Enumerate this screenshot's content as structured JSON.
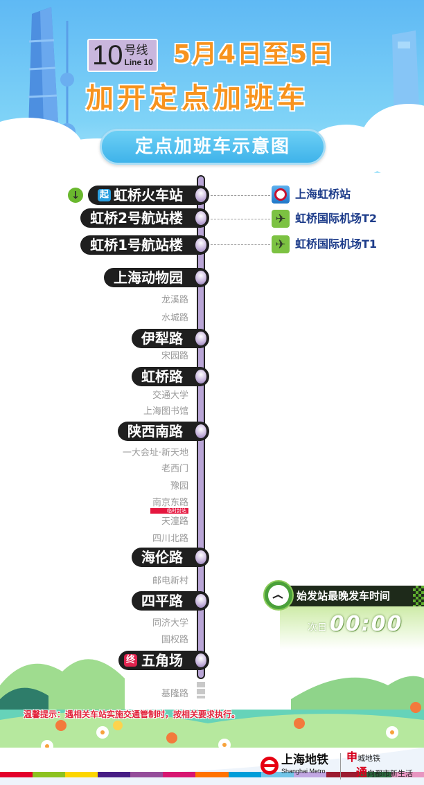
{
  "header": {
    "line_number": "10",
    "line_cn": "号线",
    "line_en": "Line 10",
    "line_color": "#c9b6dd",
    "date_range": "5月4日至5日",
    "headline": "加开定点加班车",
    "subtitle": "定点加班车示意图"
  },
  "line": {
    "color": "#b9a5d6",
    "start_tag": "起",
    "end_tag": "终",
    "major_stations": [
      {
        "name": "虹桥火车站"
      },
      {
        "name": "虹桥2号航站楼"
      },
      {
        "name": "虹桥1号航站楼"
      },
      {
        "name": "上海动物园"
      },
      {
        "name": "伊犁路"
      },
      {
        "name": "虹桥路"
      },
      {
        "name": "陕西南路"
      },
      {
        "name": "海伦路"
      },
      {
        "name": "四平路"
      },
      {
        "name": "五角场"
      }
    ],
    "minor_stations": [
      {
        "name": "龙溪路"
      },
      {
        "name": "水城路"
      },
      {
        "name": "宋园路"
      },
      {
        "name": "交通大学"
      },
      {
        "name": "上海图书馆"
      },
      {
        "name": "一大会址·新天地"
      },
      {
        "name": "老西门"
      },
      {
        "name": "豫园"
      },
      {
        "name": "南京东路"
      },
      {
        "name": "天潼路"
      },
      {
        "name": "四川北路"
      },
      {
        "name": "邮电新村"
      },
      {
        "name": "同济大学"
      },
      {
        "name": "国权路"
      },
      {
        "name": "基隆路"
      }
    ],
    "closure_label": "临时封站"
  },
  "transfers": [
    {
      "icon": "railway-icon",
      "label": "上海虹桥站"
    },
    {
      "icon": "airplane-icon",
      "label": "虹桥国际机场T2"
    },
    {
      "icon": "airplane-icon",
      "label": "虹桥国际机场T1"
    }
  ],
  "last_train": {
    "title": "始发站最晚发车时间",
    "day_label": "次日",
    "time": "00:00"
  },
  "notice": "温馨提示：遇相关车站实施交通管制时，按相关要求执行。",
  "footer": {
    "brand_cn": "上海地铁",
    "brand_en": "Shanghai Metro",
    "slogan_line1_big": "申",
    "slogan_line1": "城地铁",
    "slogan_line2_big": "通",
    "slogan_line2": "向都市新生活",
    "stripe_colors": [
      "#e3002b",
      "#8cc220",
      "#fcd600",
      "#461d84",
      "#944d9a",
      "#d71671",
      "#ff7200",
      "#009dd9",
      "#71c5e8",
      "#c1a7e2",
      "#9b1c31",
      "#2a6b3e",
      "#e796c1"
    ]
  }
}
